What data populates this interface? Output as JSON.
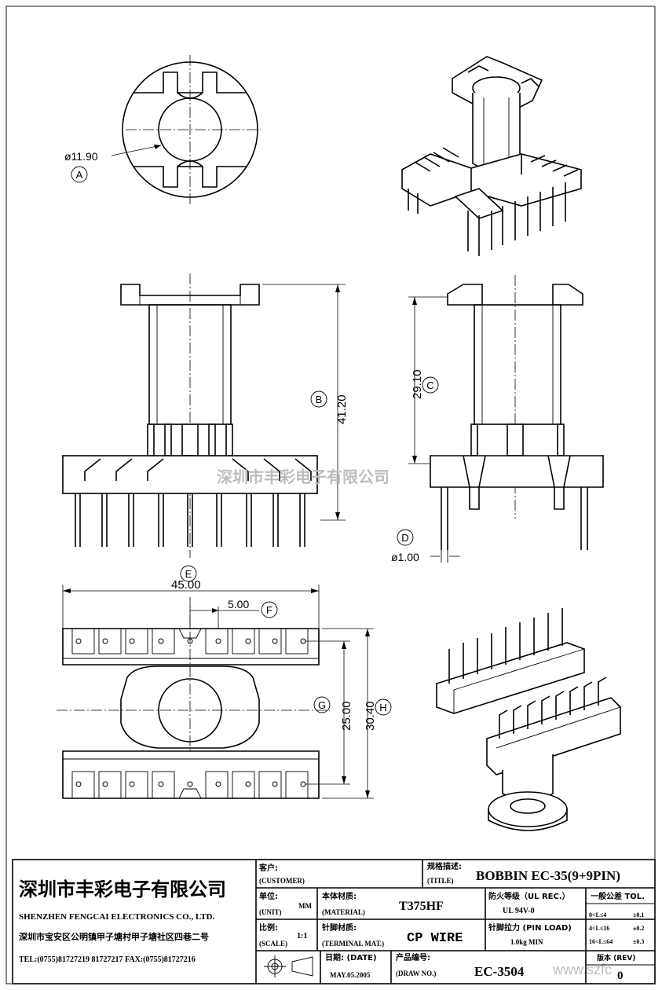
{
  "dimensions": {
    "top_dia": "ø11.90",
    "height_total": "41.20",
    "height_c": "29.10",
    "pin_dia": "ø1.00",
    "width_e": "45.00",
    "pitch_f": "5.00",
    "row_g": "25.00",
    "row_h": "30.40"
  },
  "callouts": {
    "a": "A",
    "b": "B",
    "c": "C",
    "d": "D",
    "e": "E",
    "f": "F",
    "g": "G",
    "h": "H"
  },
  "watermark": "深圳市丰彩电子有限公司",
  "watermark_url": "www.szfc",
  "title_block": {
    "company_cn": "深圳市丰彩电子有限公司",
    "company_en": "SHENZHEN FENGCAI ELECTRONICS CO., LTD.",
    "address": "深圳市宝安区公明镇甲子塘村甲子塘社区四巷二号",
    "contact": "TEL:(0755)81727219  81727217   FAX:(0755)81727216",
    "customer_label_cn": "客户:",
    "customer_label_en": "(CUSTOMER)",
    "title_label_cn": "规格描述:",
    "title_label_en": "(TITLE)",
    "title_value": "BOBBIN EC-35(9+9PIN)",
    "unit_label_cn": "单位:",
    "unit_label_en": "(UNIT)",
    "unit_value": "MM",
    "material_label_cn": "本体材质:",
    "material_label_en": "(MATERIAL)",
    "material_value": "T375HF",
    "flame_label": "防火等级（UL REC.）",
    "flame_value": "UL 94V-0",
    "tol_label": "一般公差 TOL.",
    "tol_rows": [
      {
        "range": "0<L≤4",
        "value": "±0.1"
      },
      {
        "range": "4<L≤16",
        "value": "±0.2"
      },
      {
        "range": "16<L≤64",
        "value": "±0.3"
      }
    ],
    "scale_label_cn": "比例:",
    "scale_label_en": "(SCALE)",
    "scale_value": "1:1",
    "pin_mat_label_cn": "针脚材质:",
    "pin_mat_label_en": "(TERMINAL MAT.)",
    "pin_mat_value": "CP WIRE",
    "pin_load_label": "针脚拉力 (PIN LOAD)",
    "pin_load_value": "1.0kg MIN",
    "date_label": "日期: (DATE)",
    "date_value": "MAY.05.2005",
    "draw_no_label_cn": "产品编号:",
    "draw_no_label_en": "(DRAW NO.)",
    "draw_no_value": "EC-3504",
    "rev_label": "版本 (REV)",
    "rev_value": "0"
  }
}
